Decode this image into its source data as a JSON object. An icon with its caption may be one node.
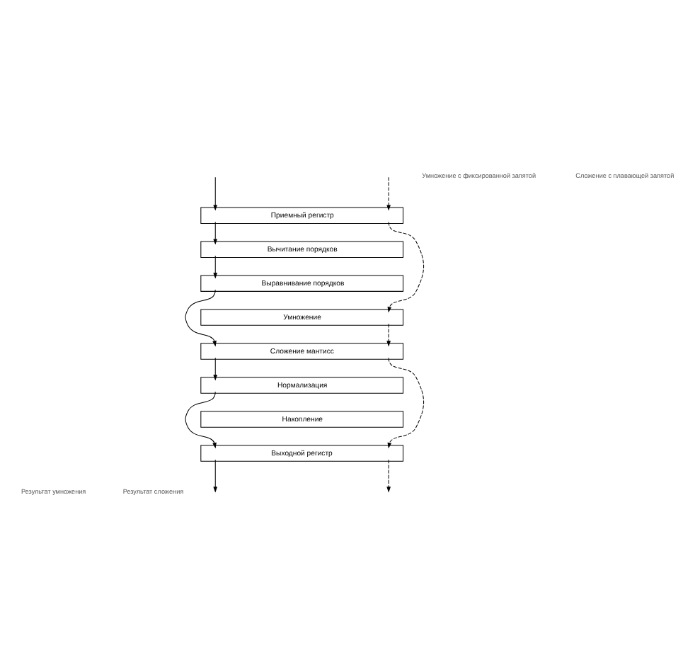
{
  "diagram": {
    "nodes": [
      {
        "text": [
          "Приемный регистр"
        ]
      },
      {
        "text": [
          "Вычитание порядков"
        ]
      },
      {
        "text": [
          "Выравнивание порядков"
        ]
      },
      {
        "text": [
          "Умножение"
        ]
      },
      {
        "text": [
          "Сложение мантисс"
        ]
      },
      {
        "text": [
          "Нормализация"
        ]
      },
      {
        "text": [
          "Накопление"
        ]
      },
      {
        "text": [
          "Выходной регистр"
        ]
      }
    ],
    "edges": [
      {
        "from": null,
        "to": 0,
        "arrow": "to"
      },
      {
        "from": null,
        "to": 0,
        "arrow": "to",
        "style": "dashed"
      },
      {
        "from": 0,
        "to": 1,
        "arrow": "to"
      },
      {
        "from": 1,
        "to": 2,
        "arrow": "to"
      },
      {
        "from": 2,
        "to": 4,
        "arrow": "to"
      },
      {
        "from": 0,
        "to": 3,
        "arrow": "to",
        "style": "dashed"
      },
      {
        "from": 3,
        "to": 4,
        "arrow": "to",
        "style": "dashed"
      },
      {
        "from": 4,
        "to": 5,
        "arrow": "to"
      },
      {
        "from": 4,
        "to": 7,
        "arrow": "to",
        "style": "dashed"
      },
      {
        "from": 5,
        "to": 7,
        "arrow": "to"
      },
      {
        "from": 7,
        "to": null,
        "arrow": "to"
      },
      {
        "from": 7,
        "to": null,
        "arrow": "to",
        "style": "dashed"
      }
    ],
    "labels": [
      "Сложение с плавающей запятой",
      "Умножение с фиксированной запятой",
      "Результат сложения",
      "Результат умножения"
    ]
  }
}
